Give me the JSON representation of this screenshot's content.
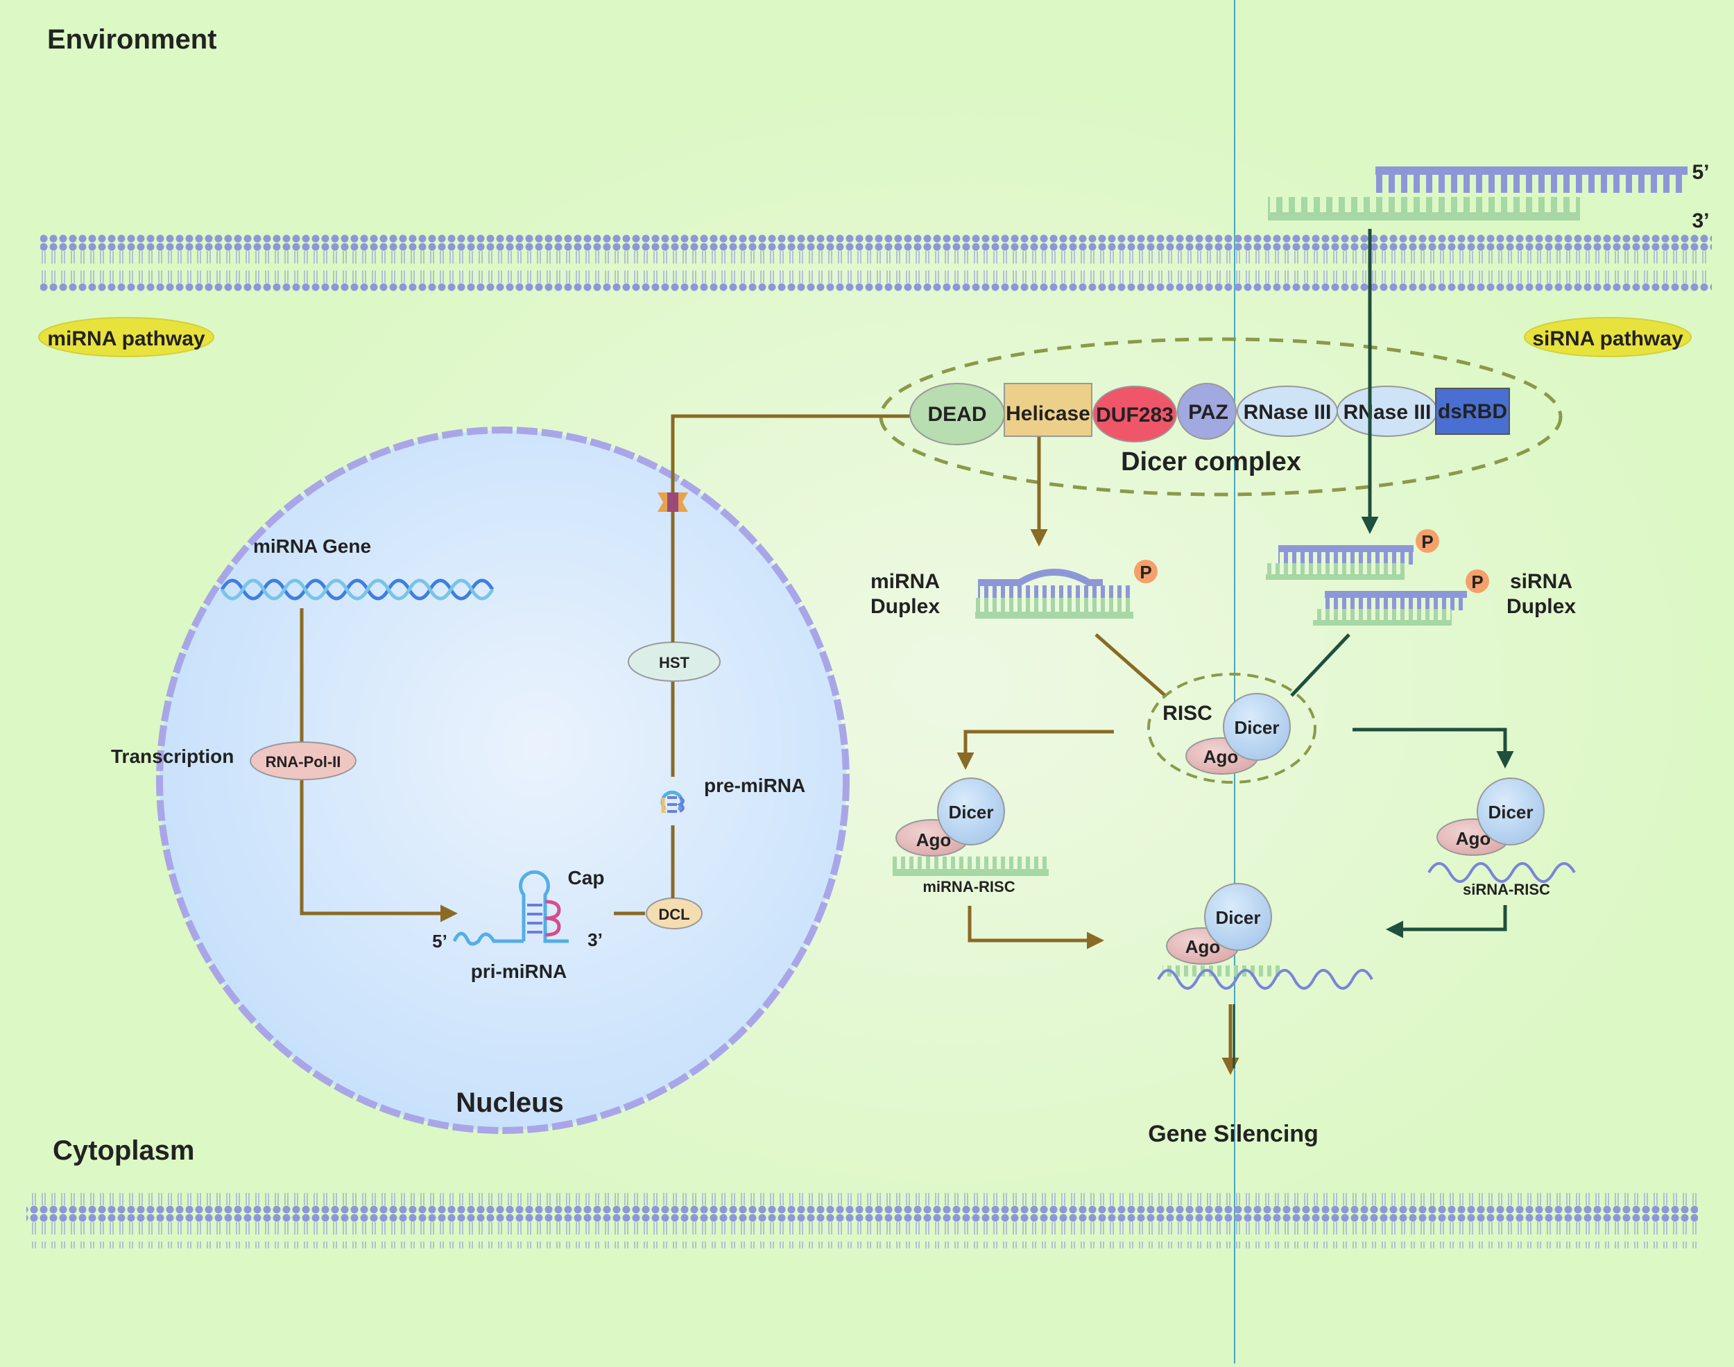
{
  "regions": {
    "environment": "Environment",
    "cytoplasm": "Cytoplasm",
    "nucleus": "Nucleus"
  },
  "pathways": {
    "mirna": "miRNA pathway",
    "sirna": "siRNA pathway"
  },
  "dicer_complex": {
    "title": "Dicer complex",
    "domains": [
      "DEAD",
      "Helicase",
      "DUF283",
      "PAZ",
      "RNase III",
      "RNase III",
      "dsRBD"
    ]
  },
  "nucleus": {
    "gene": "miRNA Gene",
    "transcription": "Transcription",
    "rna_pol": "RNA-Pol-II",
    "pri_mirna": "pri-miRNA",
    "cap": "Cap",
    "five_prime": "5’",
    "three_prime": "3’",
    "dcl": "DCL",
    "hst": "HST",
    "pre_mirna": "pre-miRNA"
  },
  "dsrna": {
    "five_prime": "5’",
    "three_prime": "3’"
  },
  "duplex": {
    "mirna": [
      "miRNA",
      "Duplex"
    ],
    "sirna": [
      "siRNA",
      "Duplex"
    ],
    "phosphate": "P"
  },
  "risc": {
    "label": "RISC",
    "dicer": "Dicer",
    "ago": "Ago",
    "mirna_risc": "miRNA-RISC",
    "sirna_risc": "siRNA-RISC"
  },
  "outcome": "Gene Silencing",
  "colors": {
    "background": "#dcf8c4",
    "membrane": "#8d97d8",
    "nucleus_fill": "#cfe6fb",
    "mirna_arrow": "#8a6a25",
    "sirna_arrow": "#1f4f3d",
    "divider": "#4aa7be"
  }
}
